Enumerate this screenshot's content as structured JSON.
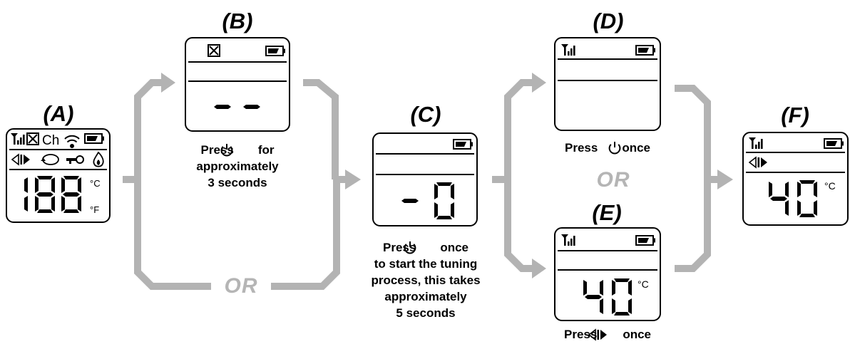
{
  "labels": {
    "a": "(A)",
    "b": "(B)",
    "c": "(C)",
    "d": "(D)",
    "e": "(E)",
    "f": "(F)"
  },
  "captions": {
    "b_line1_pre": "Press",
    "b_line1_post": "for",
    "b_line2": "approximately",
    "b_line3": "3 seconds",
    "c_line1_pre": "Press",
    "c_line1_post": "once",
    "c_line2": "to start the tuning",
    "c_line3": "process, this takes",
    "c_line4": "approximately",
    "c_line5": "5 seconds",
    "d_pre": "Press",
    "d_post": "once",
    "e_pre": "Press",
    "e_post": "once"
  },
  "or_text": {
    "left": "OR",
    "right": "OR"
  },
  "displays": {
    "a": {
      "icon_text": "Ch",
      "digits": "188",
      "unit_c": "°C",
      "unit_f": "°F"
    },
    "b": {
      "digits": "- -"
    },
    "c": {
      "digits": "-0"
    },
    "e": {
      "digits": "40",
      "unit": "°C"
    },
    "f": {
      "digits": "40",
      "unit": "°C"
    }
  },
  "icons": [
    "signal-icon",
    "lock-box-icon",
    "wifi-icon",
    "battery-icon",
    "direction-arrows-icon",
    "loop-icon",
    "key-icon",
    "flame-icon",
    "power-icon"
  ],
  "colors": {
    "arrow": "#b3b3b3",
    "ink": "#000000",
    "or_text": "#b5b5b5"
  }
}
